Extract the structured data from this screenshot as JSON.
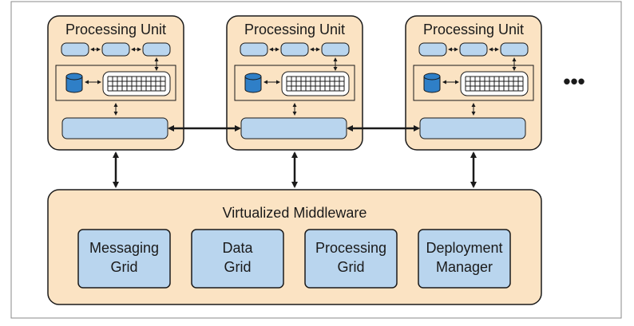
{
  "colors": {
    "unit_fill": "#fbe3c3",
    "component_fill": "#b9d5ee",
    "db_fill": "#2f7fc7",
    "stroke": "#1a1a1a",
    "frame": "#8a8a8a"
  },
  "processing_units": [
    {
      "title": "Processing Unit"
    },
    {
      "title": "Processing Unit"
    },
    {
      "title": "Processing Unit"
    }
  ],
  "more_indicator": "•••",
  "middleware": {
    "title": "Virtualized Middleware",
    "grids": [
      {
        "line1": "Messaging",
        "line2": "Grid"
      },
      {
        "line1": "Data",
        "line2": "Grid"
      },
      {
        "line1": "Processing",
        "line2": "Grid"
      },
      {
        "line1": "Deployment",
        "line2": "Manager"
      }
    ]
  }
}
